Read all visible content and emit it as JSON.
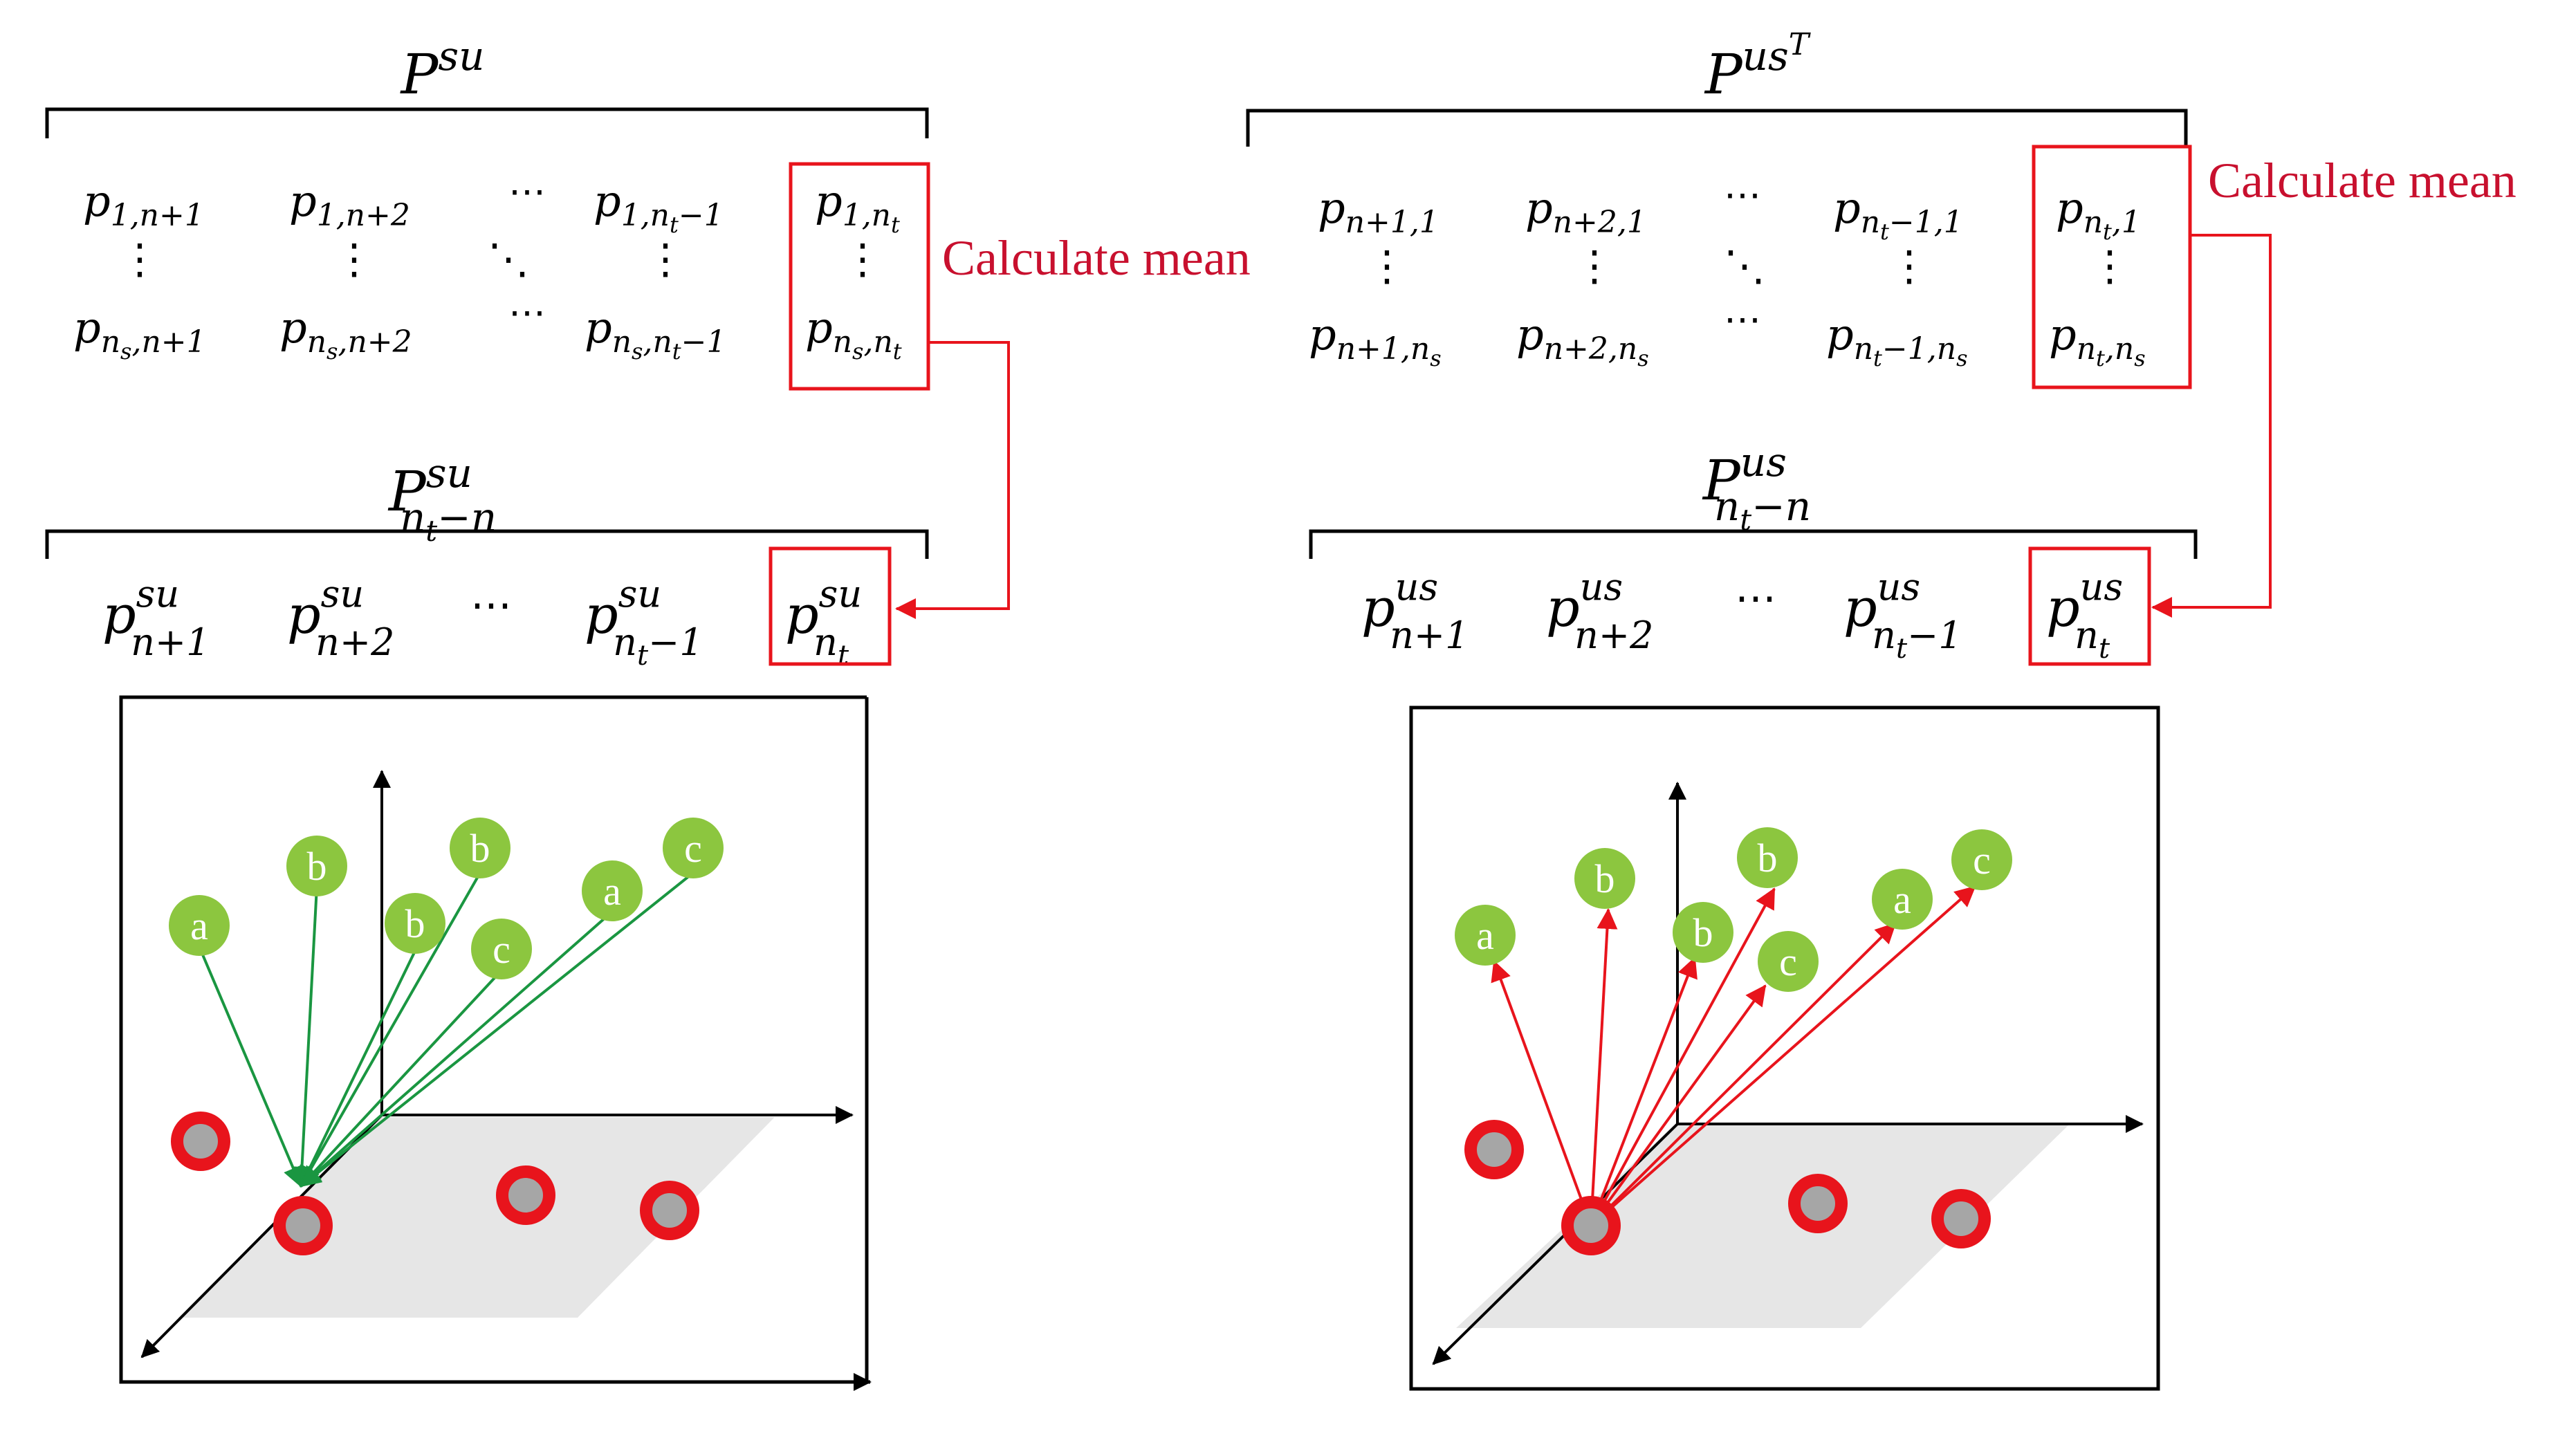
{
  "colors": {
    "accent_red": "#e8141c",
    "label_red": "#c8102e",
    "green_node": "#8cc63f",
    "green_arrow": "#1a9641",
    "plane_gray": "#e6e6e6",
    "node_center": "#a6a6a6"
  },
  "left": {
    "matrix_base": "P",
    "matrix_sup": "su",
    "row1": [
      {
        "base": "p",
        "sub": "1,n+1"
      },
      {
        "base": "p",
        "sub": "1,n+2"
      },
      {
        "text": "⋯"
      },
      {
        "base": "p",
        "sub": "1,",
        "sub2": "n",
        "sub2sub": "t",
        "sub3": "−1"
      },
      {
        "base": "p",
        "sub": "1,",
        "sub2": "n",
        "sub2sub": "t"
      }
    ],
    "row2": [
      {
        "base": "p",
        "sub": "",
        "sub2": "n",
        "sub2sub": "s",
        "sub3": ",n+1"
      },
      {
        "base": "p",
        "sub": "",
        "sub2": "n",
        "sub2sub": "s",
        "sub3": ",n+2"
      },
      {
        "text": "⋯"
      },
      {
        "base": "p",
        "sub": "",
        "sub2": "n",
        "sub2sub": "s",
        "sub3": ",",
        "sub4": "n",
        "sub4sub": "t",
        "sub5": "−1"
      },
      {
        "base": "p",
        "sub": "",
        "sub2": "n",
        "sub2sub": "s",
        "sub3": ",",
        "sub4": "n",
        "sub4sub": "t"
      }
    ],
    "vdots": "⋮",
    "ddots": "⋱",
    "calc_label": "Calculate mean",
    "vector_base": "P",
    "vector_sup": "su",
    "vector_sub": "n",
    "vector_subsub": "t",
    "vector_sub_rest": "−n",
    "vector_items": [
      {
        "base": "p",
        "sup": "su",
        "sub": "n+1"
      },
      {
        "base": "p",
        "sup": "su",
        "sub": "n+2"
      },
      {
        "text": "⋯"
      },
      {
        "base": "p",
        "sup": "su",
        "sub": "n",
        "subsub": "t",
        "sub_rest": "−1"
      },
      {
        "base": "p",
        "sup": "su",
        "sub": "n",
        "subsub": "t"
      }
    ],
    "nodes": [
      "a",
      "b",
      "b",
      "b",
      "c",
      "a",
      "c"
    ]
  },
  "right": {
    "matrix_base": "P",
    "matrix_sup": "us",
    "matrix_supsup": "T",
    "row1": [
      {
        "base": "p",
        "sub": "n+1,1"
      },
      {
        "base": "p",
        "sub": "n+2,1"
      },
      {
        "text": "⋯"
      },
      {
        "base": "p",
        "sub": "",
        "sub2": "n",
        "sub2sub": "t",
        "sub3": "−1,1"
      },
      {
        "base": "p",
        "sub": "",
        "sub2": "n",
        "sub2sub": "t",
        "sub3": ",1"
      }
    ],
    "row2": [
      {
        "base": "p",
        "sub": "n+1,",
        "sub2": "n",
        "sub2sub": "s"
      },
      {
        "base": "p",
        "sub": "n+2,",
        "sub2": "n",
        "sub2sub": "s"
      },
      {
        "text": "⋯"
      },
      {
        "base": "p",
        "sub": "",
        "sub2": "n",
        "sub2sub": "t",
        "sub3": "−1,",
        "sub4": "n",
        "sub4sub": "s"
      },
      {
        "base": "p",
        "sub": "",
        "sub2": "n",
        "sub2sub": "t",
        "sub3": ",",
        "sub4": "n",
        "sub4sub": "s"
      }
    ],
    "vdots": "⋮",
    "ddots": "⋱",
    "calc_label": "Calculate mean",
    "vector_base": "P",
    "vector_sup": "us",
    "vector_sub": "n",
    "vector_subsub": "t",
    "vector_sub_rest": "−n",
    "vector_items": [
      {
        "base": "p",
        "sup": "us",
        "sub": "n+1"
      },
      {
        "base": "p",
        "sup": "us",
        "sub": "n+2"
      },
      {
        "text": "⋯"
      },
      {
        "base": "p",
        "sup": "us",
        "sub": "n",
        "subsub": "t",
        "sub_rest": "−1"
      },
      {
        "base": "p",
        "sup": "us",
        "sub": "n",
        "subsub": "t"
      }
    ],
    "nodes": [
      "a",
      "b",
      "b",
      "b",
      "c",
      "a",
      "c"
    ]
  }
}
